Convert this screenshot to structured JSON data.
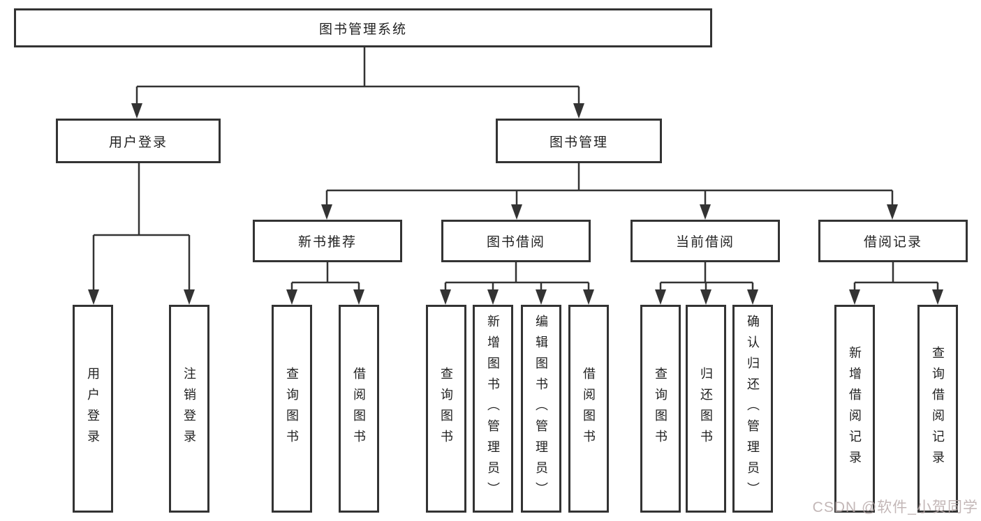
{
  "title": "图书管理系统",
  "tree": {
    "root": "图书管理系统",
    "branches": [
      {
        "label": "用户登录",
        "children": [
          "用户登录",
          "注销登录"
        ]
      },
      {
        "label": "图书管理",
        "groups": [
          {
            "label": "新书推荐",
            "children": [
              "查询图书",
              "借阅图书"
            ]
          },
          {
            "label": "图书借阅",
            "children": [
              "查询图书",
              "新增图书（管理员）",
              "编辑图书（管理员）",
              "借阅图书"
            ]
          },
          {
            "label": "当前借阅",
            "children": [
              "查询图书",
              "归还图书",
              "确认归还（管理员）"
            ]
          },
          {
            "label": "借阅记录",
            "children": [
              "新增借阅记录",
              "查询借阅记录"
            ]
          }
        ]
      }
    ]
  },
  "watermark": "CSDN @软件_小贺同学",
  "colors": {
    "line": "#333333",
    "box_border": "#333333",
    "text": "#222222",
    "watermark": "#b9aaaa"
  }
}
